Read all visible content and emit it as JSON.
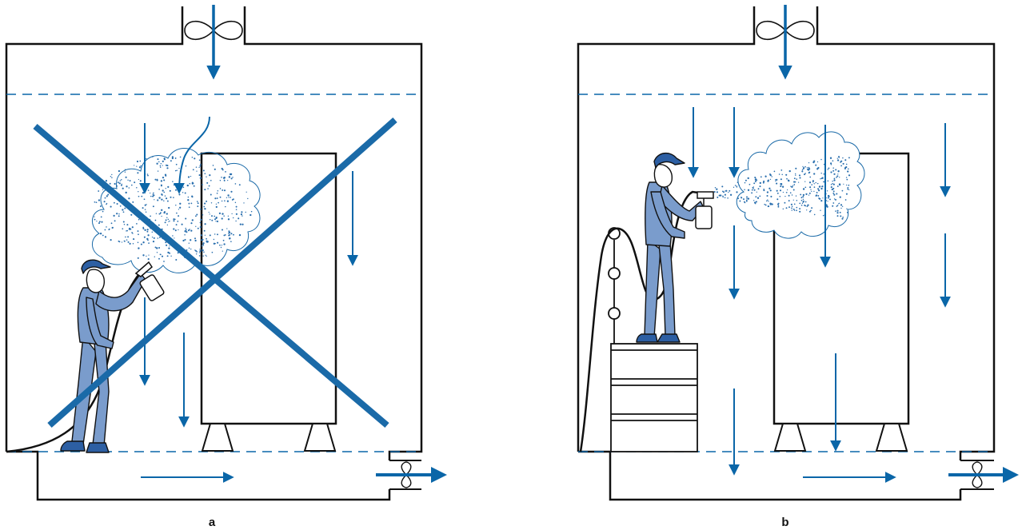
{
  "panels": [
    {
      "label": "a"
    },
    {
      "label": "b"
    }
  ],
  "colors": {
    "line": "#111111",
    "arrow": "#0a66a8",
    "cross": "#1a6aa8",
    "worker": "#7a9ccc",
    "mist": "#2a6fae"
  },
  "icons": [
    "fan-icon",
    "spray-gun-icon",
    "worker-figure",
    "cross-mark-icon",
    "airflow-arrow-icon"
  ]
}
